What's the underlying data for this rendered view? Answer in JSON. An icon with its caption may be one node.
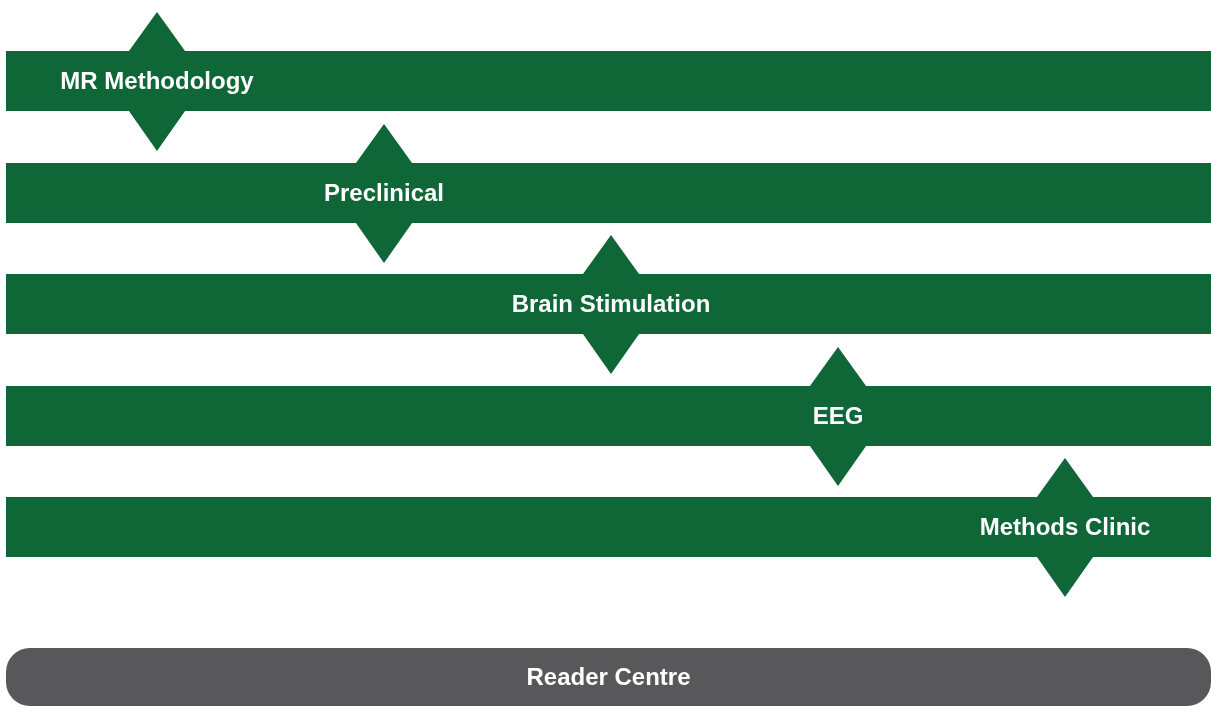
{
  "diagram": {
    "nodes": [
      {
        "text": [
          "MR Methodology"
        ]
      },
      {
        "text": [
          "Preclinical"
        ]
      },
      {
        "text": [
          "Brain Stimulation"
        ]
      },
      {
        "text": [
          "EEG"
        ]
      },
      {
        "text": [
          "Methods Clinic"
        ]
      },
      {
        "text": [
          "Reader Centre"
        ]
      }
    ]
  }
}
